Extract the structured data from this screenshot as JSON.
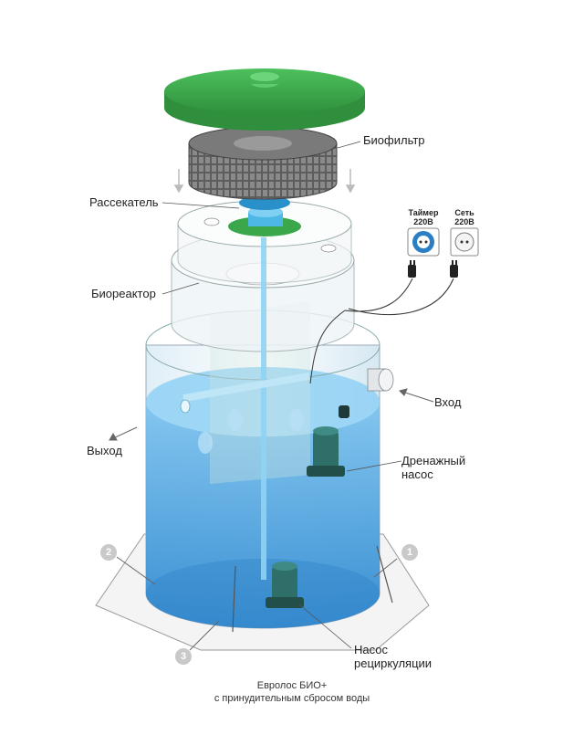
{
  "labels": {
    "biofilter": "Биофильтр",
    "rassekatel": "Рассекатель",
    "bioreactor": "Биореактор",
    "inlet": "Вход",
    "outlet": "Выход",
    "drain_pump_line1": "Дренажный",
    "drain_pump_line2": "насос",
    "recirc_pump_line1": "Насос",
    "recirc_pump_line2": "рециркуляции"
  },
  "sockets": {
    "timer_line1": "Таймер",
    "timer_line2": "220В",
    "mains_line1": "Сеть",
    "mains_line2": "220В"
  },
  "markers": [
    "1",
    "2",
    "3"
  ],
  "caption": {
    "line1": "Евролос БИО+",
    "line2": "с принудительным сбросом воды"
  },
  "colors": {
    "lid_green": "#3aa84a",
    "water_blue": "#3f9fdc",
    "pump_teal": "#2f6f6a",
    "biofilter_gray": "#6b6b6b",
    "marker_gray": "#c9c9c9"
  }
}
